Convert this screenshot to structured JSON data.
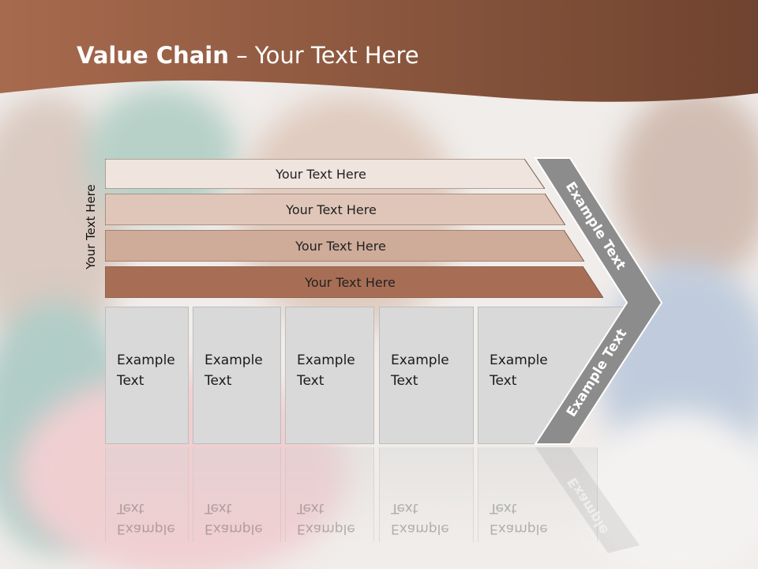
{
  "title": {
    "bold": "Value Chain",
    "rest": " – Your Text Here"
  },
  "side_label": "Your Text Here",
  "bars": [
    {
      "label": "Your Text Here",
      "color": "#efe4de"
    },
    {
      "label": "Your Text Here",
      "color": "#dfc6b9"
    },
    {
      "label": "Your Text Here",
      "color": "#cfab99"
    },
    {
      "label": "Your Text Here",
      "color": "#a86e55"
    }
  ],
  "boxes": [
    {
      "line1": "Example",
      "line2": "Text"
    },
    {
      "line1": "Example",
      "line2": "Text"
    },
    {
      "line1": "Example",
      "line2": "Text"
    },
    {
      "line1": "Example",
      "line2": "Text"
    },
    {
      "line1": "Example",
      "line2": "Text"
    }
  ],
  "chevron_top": "Example Text",
  "chevron_bottom": "Example Text",
  "colors": {
    "header": "#7a4a33",
    "chevron": "#8c8c8c",
    "box": "#d9d9d9"
  }
}
